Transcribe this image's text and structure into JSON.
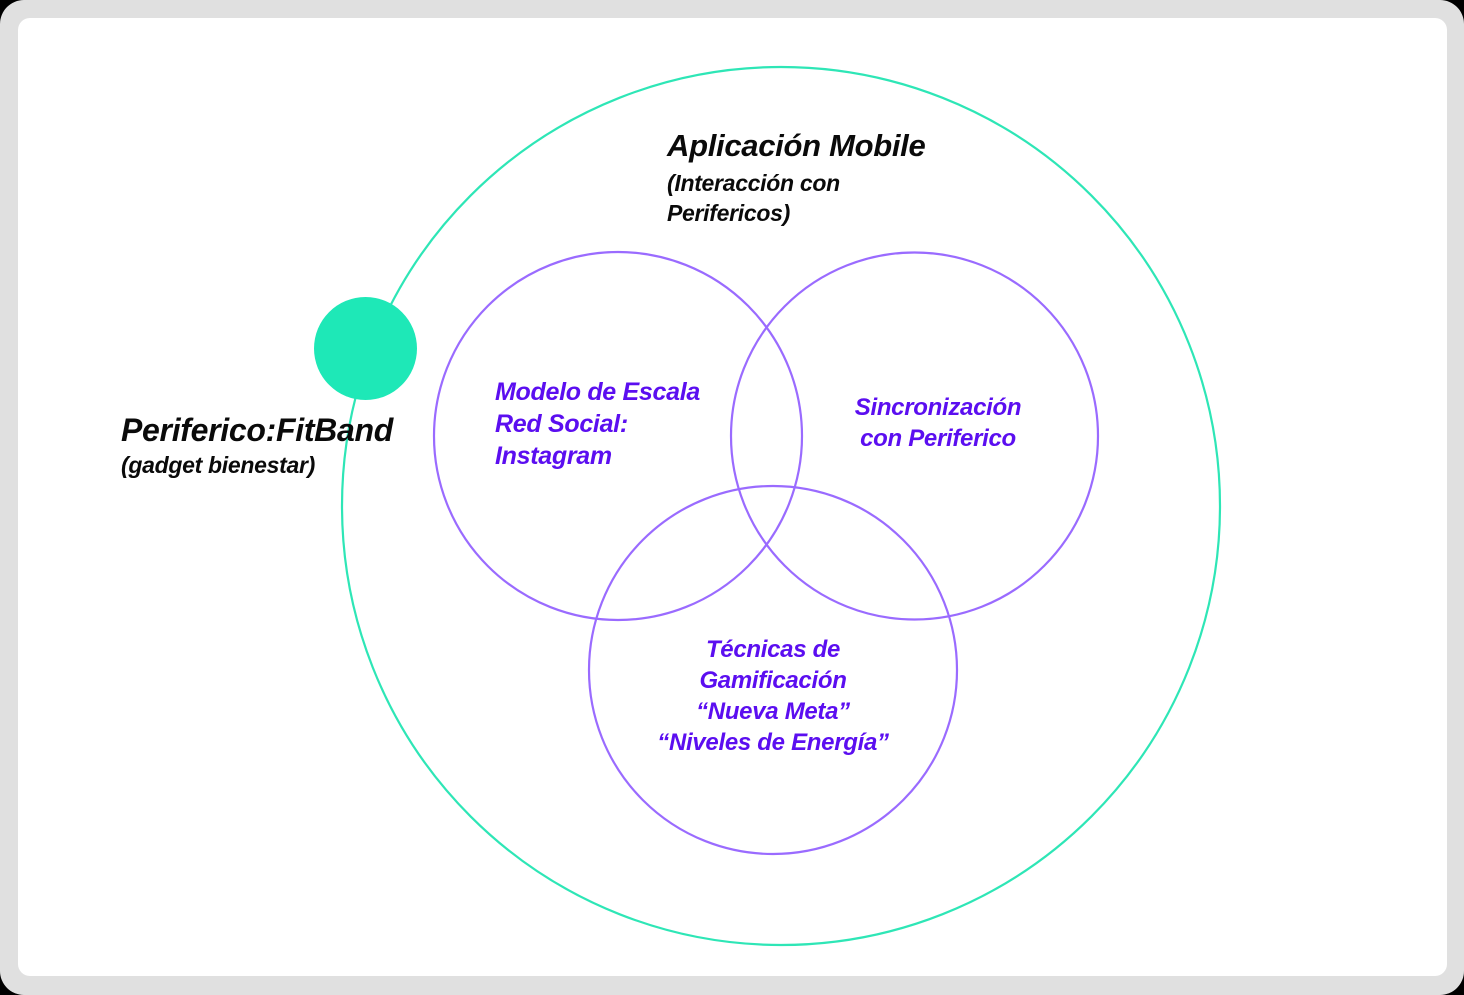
{
  "colors": {
    "frame": "#e0e0e0",
    "panel": "#ffffff",
    "outer_circle_stroke": "#2ee6b6",
    "peripheral_dot": "#1ee8b7",
    "inner_circle_stroke": "#9a6bff",
    "inner_text": "#5b0ef0",
    "outer_text": "#0a0a0a"
  },
  "app_circle": {
    "title": "Aplicación Mobile",
    "subtitle_line1": "(Interacción con",
    "subtitle_line2": "Perifericos)"
  },
  "peripheral": {
    "title": "Periferico:FitBand",
    "subtitle": "(gadget bienestar)"
  },
  "venn": [
    {
      "id": "social",
      "lines": [
        "Modelo de Escala",
        "Red Social:",
        "Instagram"
      ]
    },
    {
      "id": "sync",
      "lines": [
        "Sincronización",
        "con Periferico"
      ]
    },
    {
      "id": "gamification",
      "lines": [
        "Técnicas de",
        "Gamificación",
        "“Nueva Meta”",
        "“Niveles de Energía”"
      ]
    }
  ]
}
